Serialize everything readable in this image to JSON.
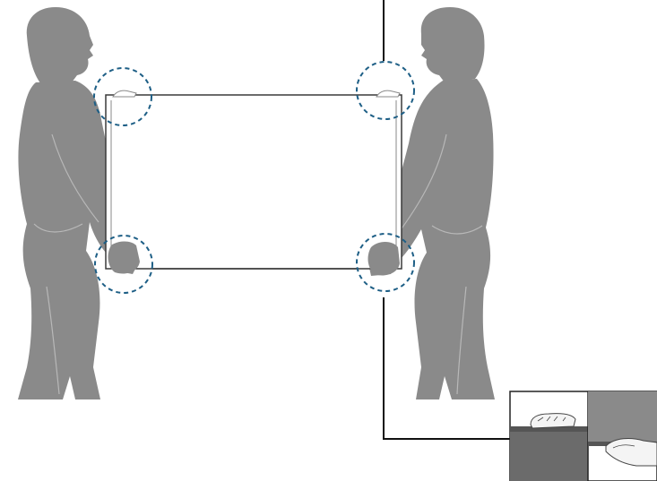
{
  "illustration": {
    "subject": "two-person-carry-display-panel",
    "colors": {
      "silhouette": "#8a8a8a",
      "detail_line": "#b8b8b8",
      "panel_outline": "#3a3a3a",
      "callout_ring": "#1e5f86",
      "leader_line": "#111111",
      "inset_background": "#ffffff",
      "inset_panel_dark": "#6b6b6b",
      "inset_panel_mid": "#8a8a8a",
      "inset_hand": "#f4f4f4"
    },
    "icons": {
      "person_left": "person-silhouette-icon",
      "person_right": "person-silhouette-icon",
      "grip_top": "hand-top-grip-icon",
      "grip_bottom": "hand-bottom-grip-icon"
    },
    "callouts": [
      "top-left-grip",
      "top-right-grip",
      "bottom-left-grip",
      "bottom-right-grip"
    ]
  }
}
